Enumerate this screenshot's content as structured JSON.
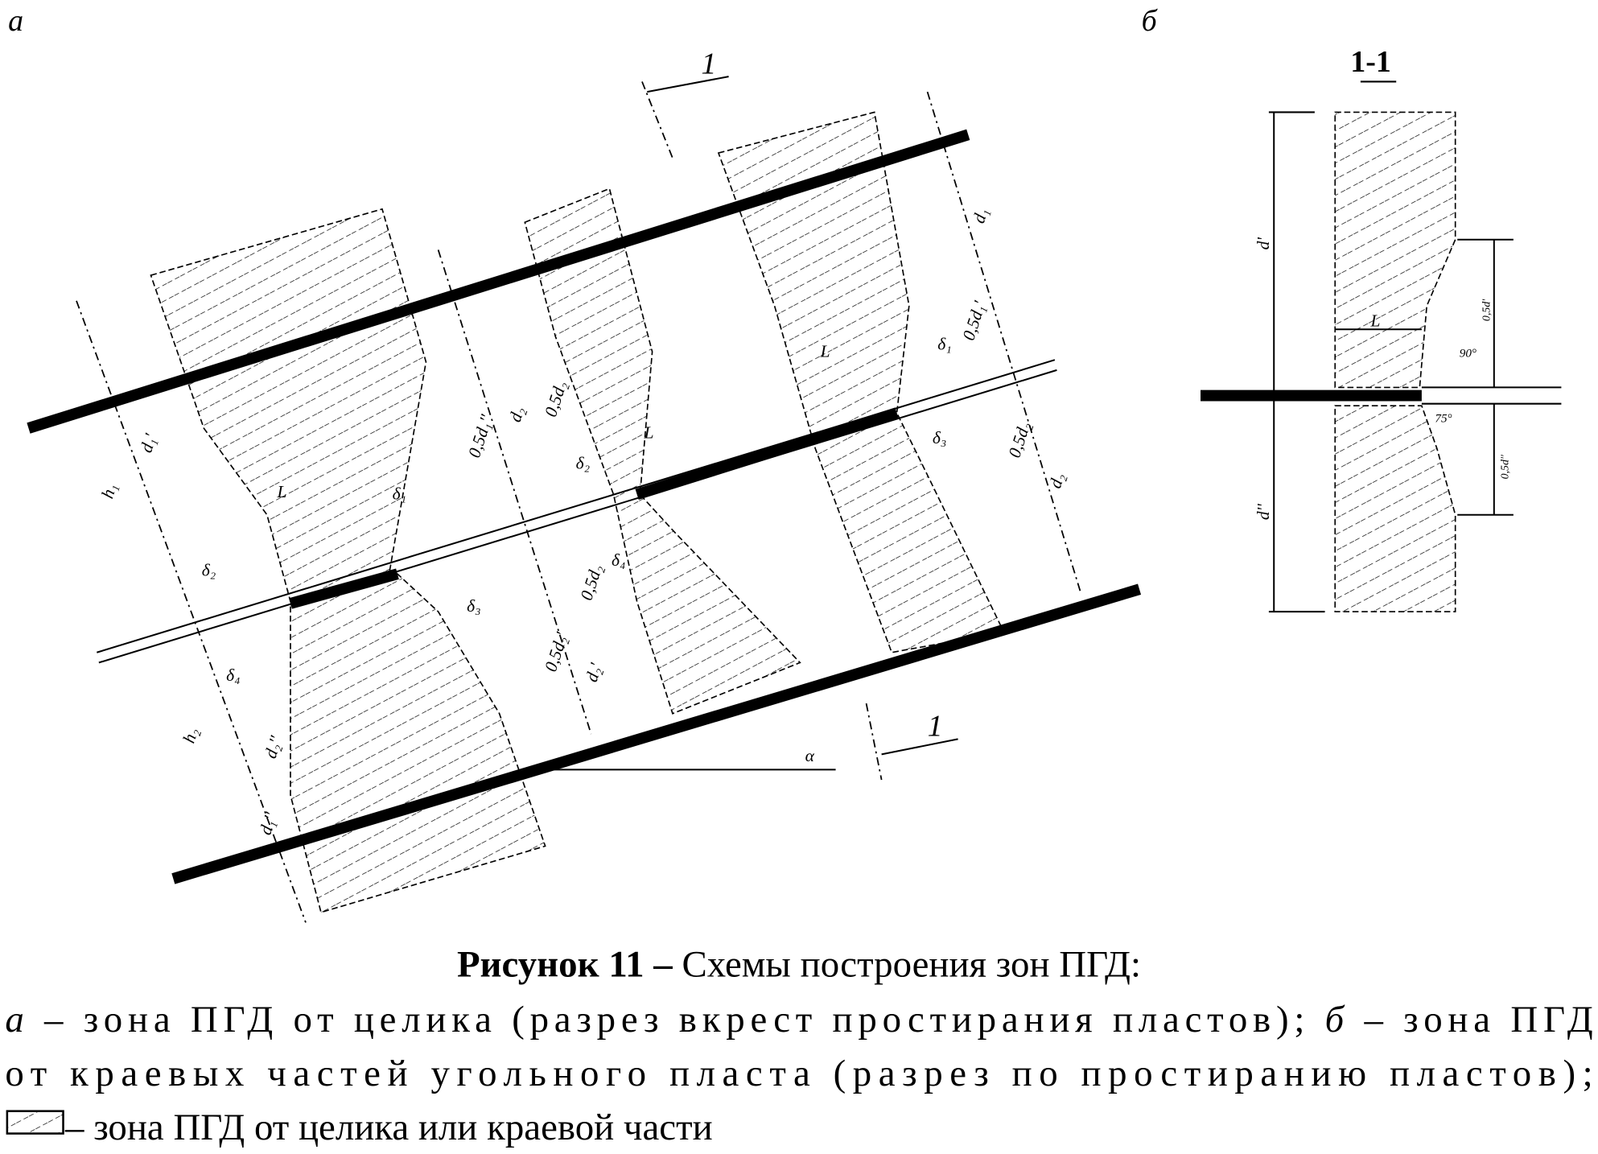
{
  "panels": {
    "a": {
      "letter": "а",
      "section_mark_top": "1",
      "section_mark_bottom": "1"
    },
    "b": {
      "letter": "б",
      "section_title": "1-1"
    }
  },
  "labels_a": {
    "d1_top": "d₁",
    "d1p": "d₁'",
    "d1pp": "d₁''",
    "half_d1pp": "0,5d₁''",
    "half_d1": "0,5d₁'",
    "d2_mid": "d₂",
    "half_d2_mid": "0,5d₂",
    "half_d2_low": "0,5d₂",
    "half_d2p": "0,5d₂'",
    "half_d2_right": "0,5d₂",
    "d2_right": "d₂",
    "d2p": "d₂'",
    "d2pp": "d₂''",
    "h1": "h₁",
    "h2": "h₂",
    "L_left": "L",
    "L_mid": "L",
    "L_right": "L",
    "delta1_left": "δ₁",
    "delta2_left": "δ₂",
    "delta3_left": "δ₃",
    "delta4_left": "δ₄",
    "delta2_mid": "δ₂",
    "delta4_mid": "δ₄",
    "delta1_right": "δ₁",
    "delta3_right": "δ₃",
    "alpha": "α"
  },
  "labels_b": {
    "d_top": "d'",
    "d_bottom": "d''",
    "L": "L",
    "half_d_top": "0,5d'",
    "half_d_bottom": "0,5d''",
    "angle_top": "90°",
    "angle_bottom": "75°"
  },
  "caption": {
    "title_bold": "Рисунок 11 –",
    "title_rest": " Схемы построения зон ПГД:",
    "line2_a": "а",
    "line2_text1": " – зона ПГД от целика (разрез вкрест простирания пластов); ",
    "line2_b": "б",
    "line2_text2": " – зона ПГД",
    "line3": "от краевых частей угольного пласта (разрез по простиранию пластов);",
    "line4": " – зона ПГД от целика или краевой части"
  }
}
